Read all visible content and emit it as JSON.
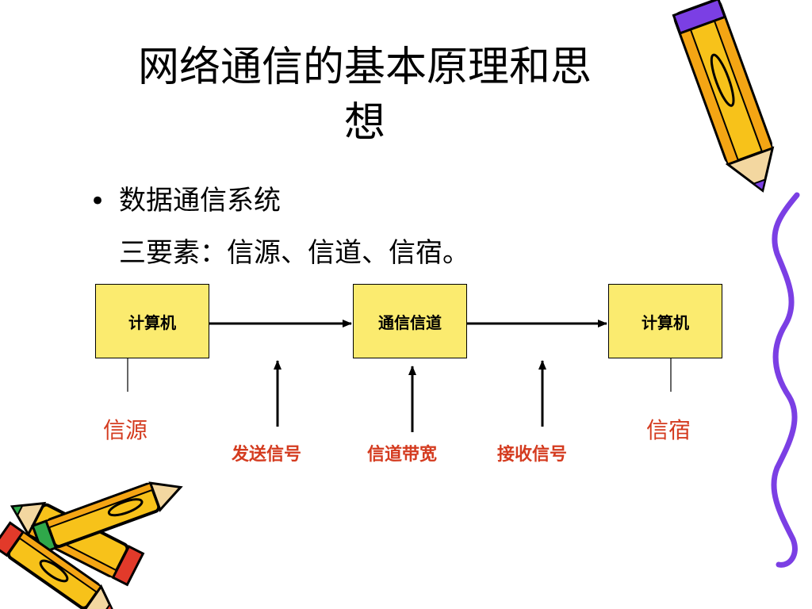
{
  "title": {
    "line1": "网络通信的基本原理和思",
    "line2": "想"
  },
  "bullet": {
    "symbol": "•",
    "heading": "数据通信系统",
    "subtext": "三要素：信源、信道、信宿。"
  },
  "diagram": {
    "nodes": [
      {
        "id": "computer-source",
        "label": "计算机"
      },
      {
        "id": "channel",
        "label": "通信信道"
      },
      {
        "id": "computer-sink",
        "label": "计算机"
      }
    ],
    "edges": [
      {
        "from": "computer-source",
        "to": "channel"
      },
      {
        "from": "channel",
        "to": "computer-sink"
      }
    ],
    "annotations": {
      "source": "信源",
      "sink": "信宿",
      "send_signal": "发送信号",
      "bandwidth": "信道带宽",
      "receive_signal": "接收信号"
    },
    "box_color": "#fbeb6f",
    "label_color": "#d43b1f"
  },
  "decor": {
    "pencil_body": "#f7c21a",
    "pencil_stripe": "#7b3fe4",
    "squiggle": "#7b3fe4",
    "eraser_red": "#e23a2a",
    "eraser_green": "#2fa84a"
  }
}
